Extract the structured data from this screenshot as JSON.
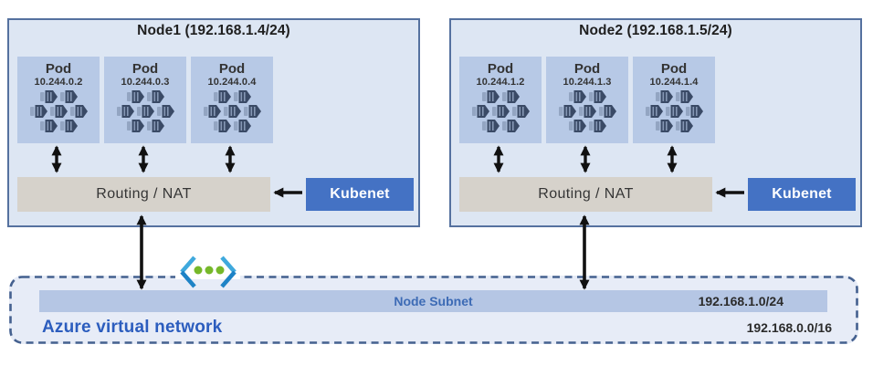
{
  "nodes": [
    {
      "title": "Node1 (192.168.1.4/24)",
      "routing_label": "Routing / NAT",
      "kubenet_label": "Kubenet",
      "pods": [
        {
          "label": "Pod",
          "ip": "10.244.0.2"
        },
        {
          "label": "Pod",
          "ip": "10.244.0.3"
        },
        {
          "label": "Pod",
          "ip": "10.244.0.4"
        }
      ]
    },
    {
      "title": "Node2 (192.168.1.5/24)",
      "routing_label": "Routing / NAT",
      "kubenet_label": "Kubenet",
      "pods": [
        {
          "label": "Pod",
          "ip": "10.244.1.2"
        },
        {
          "label": "Pod",
          "ip": "10.244.1.3"
        },
        {
          "label": "Pod",
          "ip": "10.244.1.4"
        }
      ]
    }
  ],
  "vnet": {
    "label": "Azure virtual network",
    "cidr": "192.168.0.0/16",
    "subnet": {
      "label": "Node Subnet",
      "cidr": "192.168.1.0/24"
    }
  },
  "icons": {
    "pod_cluster": "container-cluster-icon",
    "vnet_badge": "virtual-network-icon"
  },
  "colors": {
    "node_fill": "#dde6f3",
    "node_border": "#55719f",
    "pod_fill": "#b7c9e6",
    "routing_fill": "#d6d2cb",
    "kubenet_fill": "#4472c4",
    "kubenet_text": "#ffffff",
    "subnet_bar_fill": "#b5c6e4",
    "subnet_label_text": "#3d6bb5",
    "vnet_fill": "#e7ecf7",
    "vnet_dash_border": "#45618f",
    "vnet_label_text": "#2c5dbe",
    "dark_text": "#2b2b2b",
    "arrow": "#111111",
    "container_icon_dark": "#3a4a66",
    "container_icon_light": "#93a5c2",
    "vnet_icon_blue_light": "#3fa9dd",
    "vnet_icon_blue_dark": "#1e83c6",
    "vnet_icon_green": "#76b82a"
  }
}
